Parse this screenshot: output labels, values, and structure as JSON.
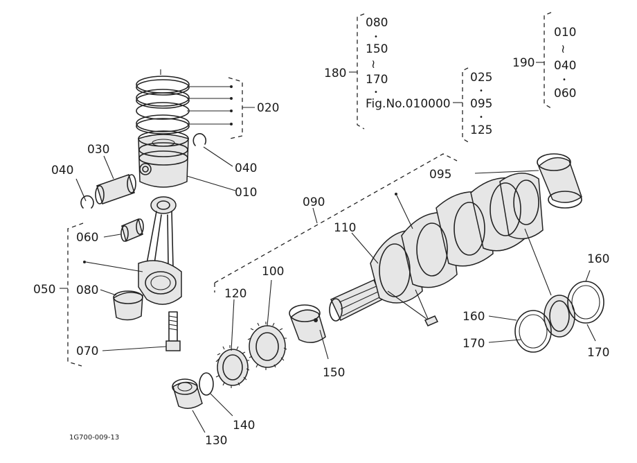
{
  "diagram": {
    "footer_code": "1G700-009-13",
    "callouts": {
      "c010": "010",
      "c020": "020",
      "c030": "030",
      "c040a": "040",
      "c040b": "040",
      "c050": "050",
      "c060": "060",
      "c070": "070",
      "c080": "080",
      "c090": "090",
      "c095": "095",
      "c100": "100",
      "c110": "110",
      "c120": "120",
      "c130": "130",
      "c140": "140",
      "c150": "150",
      "c160a": "160",
      "c160b": "160",
      "c170a": "170",
      "c170b": "170",
      "c180": "180",
      "c190": "190"
    },
    "group180": {
      "items": [
        "080",
        "150",
        "170",
        "Fig.No.010000"
      ],
      "sub": [
        "025",
        "095",
        "125"
      ],
      "tilde": "≀",
      "dot": "•"
    },
    "group190": {
      "items": [
        "010",
        "040",
        "060"
      ],
      "tilde": "≀",
      "dot": "•"
    }
  }
}
